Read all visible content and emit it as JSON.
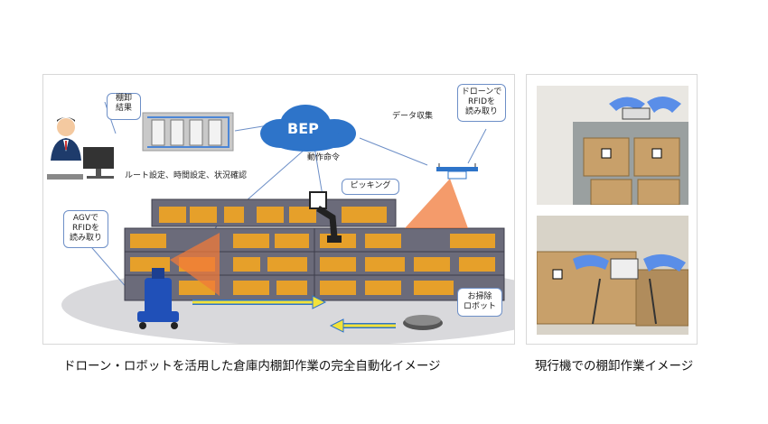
{
  "diagram": {
    "label_tanaoroshi_result": "棚卸\n結果",
    "label_route": "ルート設定、時間設定、状況確認",
    "cloud_label": "BEP",
    "label_command": "動作命令",
    "label_data": "データ収集",
    "callout_drone": "ドローンで\nRFIDを\n読み取り",
    "callout_picking": "ピッキング",
    "callout_agv": "AGVで\nRFIDを\n読み取り",
    "callout_cleaning": "お掃除\nロボット"
  },
  "captions": {
    "left": "ドローン・ロボットを活用した倉庫内棚卸作業の完全自動化イメージ",
    "right": "現行機での棚卸作業イメージ"
  },
  "colors": {
    "cloud": "#2e74c9",
    "callout_border": "#6d8fc7",
    "shelf": "#6b6b7a",
    "box": "#e6a02a",
    "beam": "#f07a3a",
    "arrow": "#f2e23a"
  }
}
